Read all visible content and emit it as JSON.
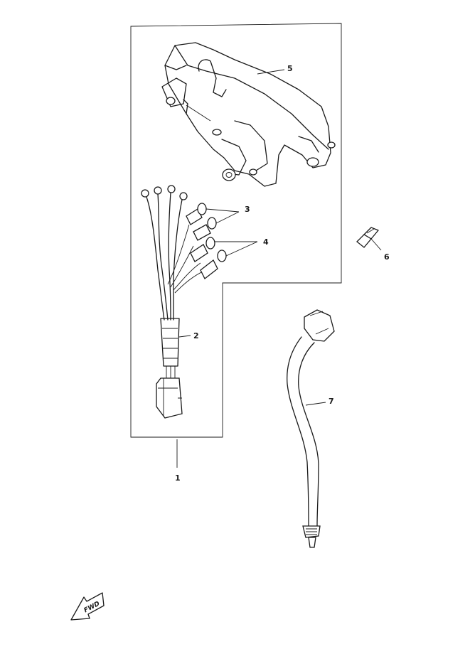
{
  "callouts": [
    {
      "id": "part-1",
      "label": "1"
    },
    {
      "id": "part-2",
      "label": "2"
    },
    {
      "id": "part-3",
      "label": "3"
    },
    {
      "id": "part-4",
      "label": "4"
    },
    {
      "id": "part-5",
      "label": "5"
    },
    {
      "id": "part-6",
      "label": "6"
    },
    {
      "id": "part-7",
      "label": "7"
    }
  ],
  "fwd_marker": {
    "label": "FWD"
  },
  "colors": {
    "ink": "#1a1a1a",
    "paper": "#ffffff"
  }
}
